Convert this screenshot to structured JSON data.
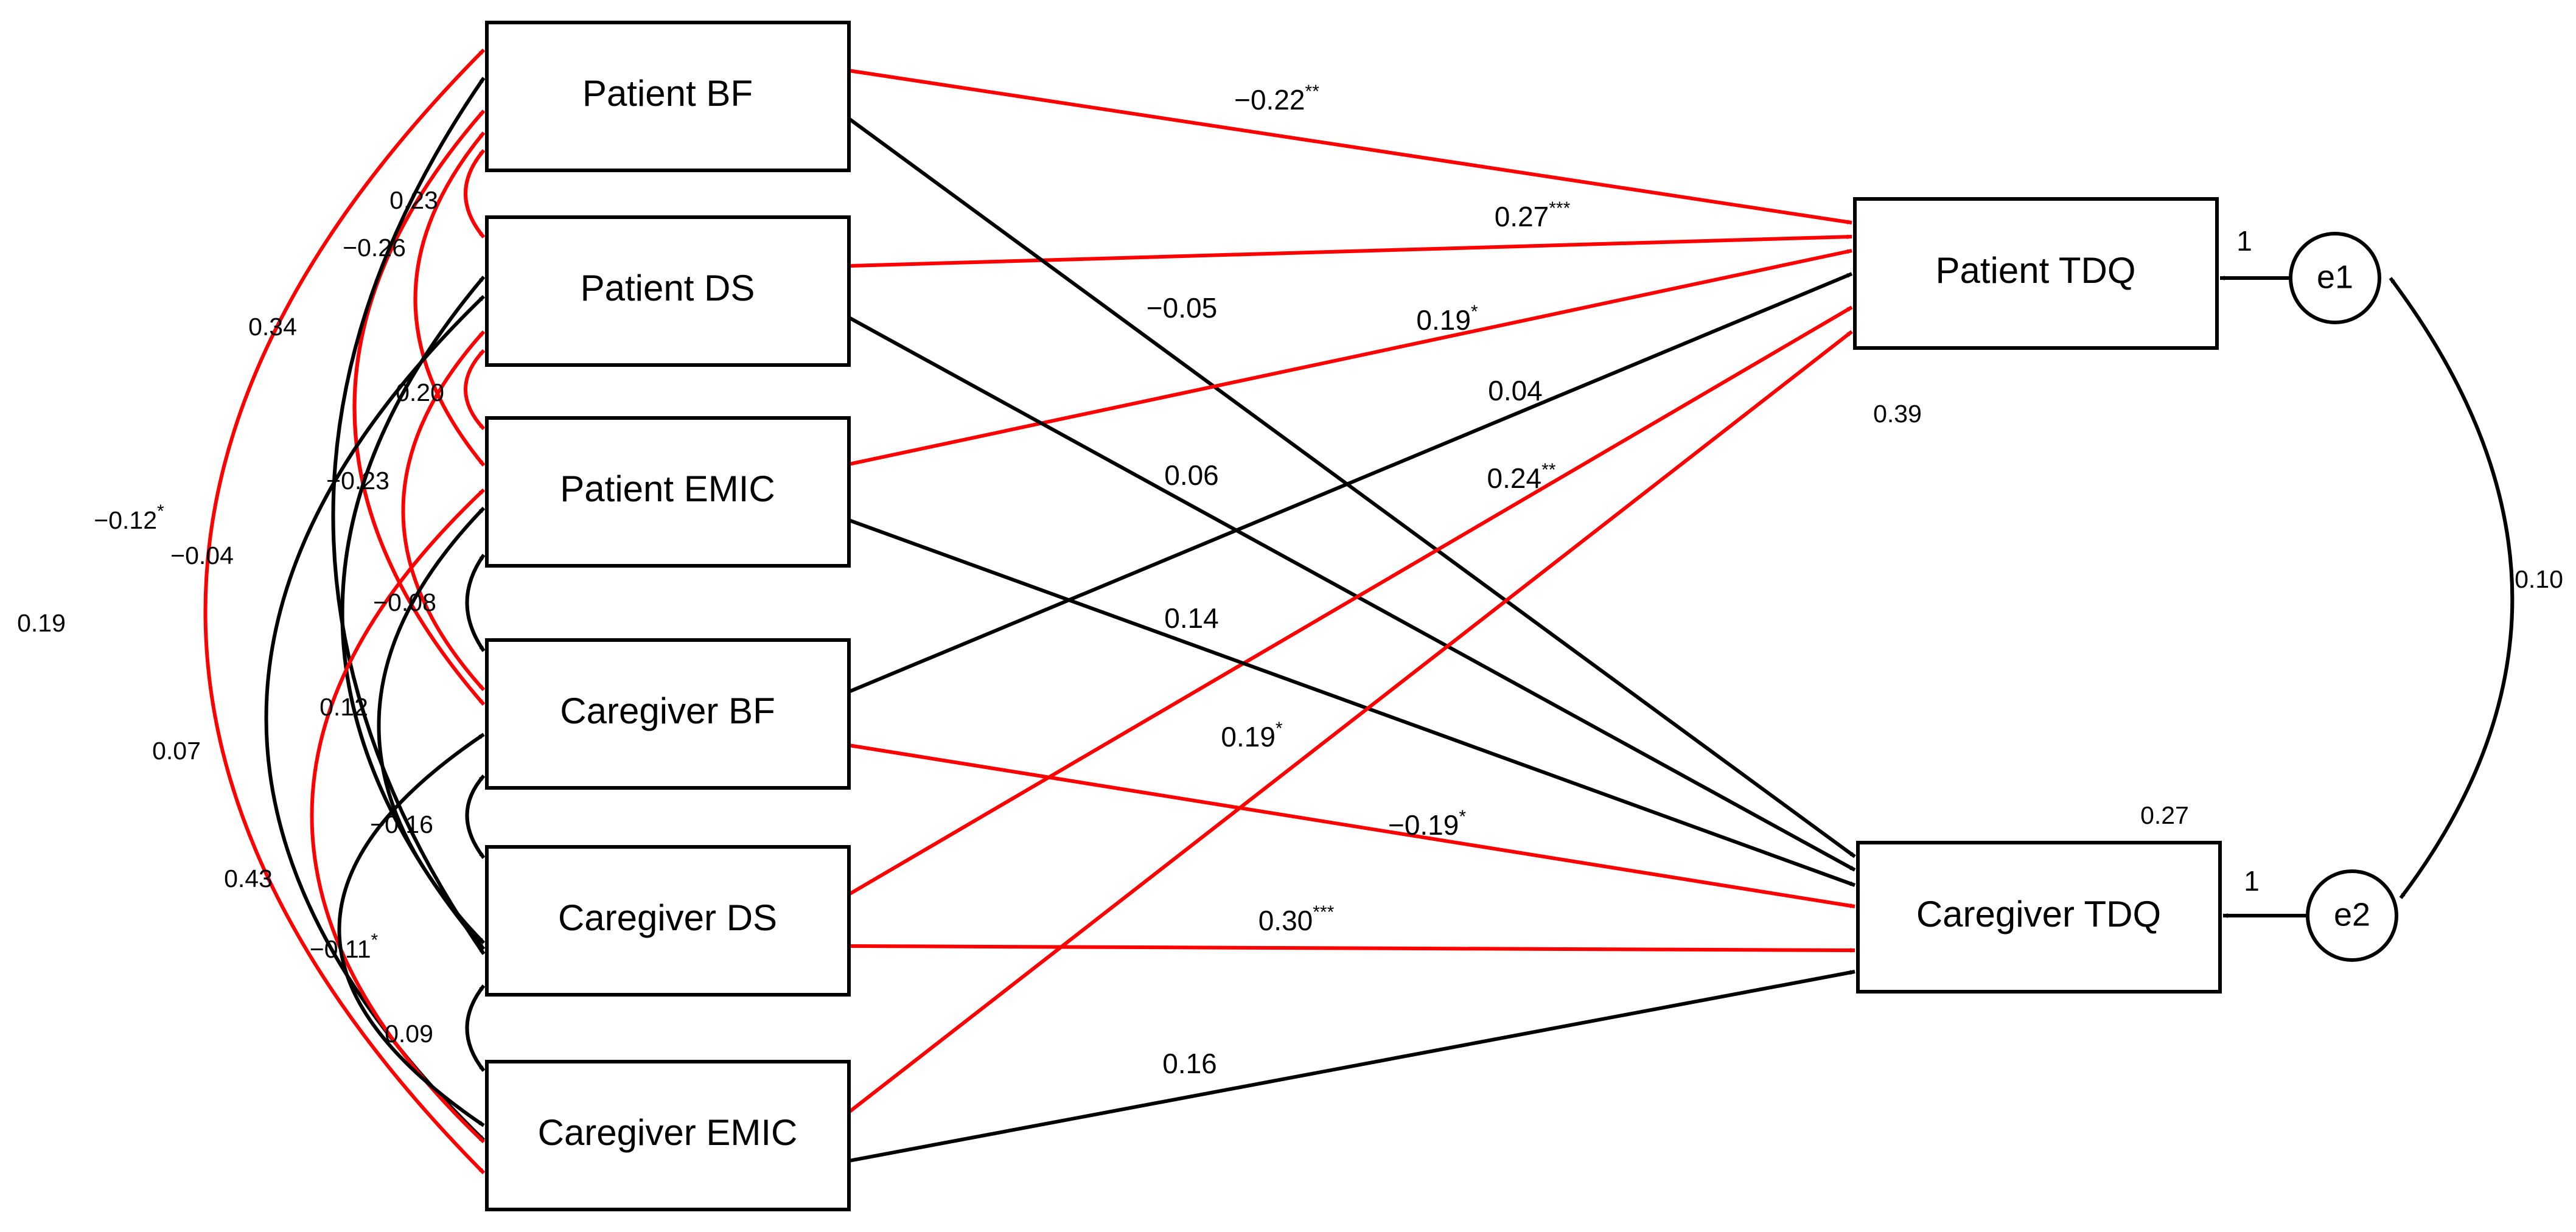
{
  "colors": {
    "significant": "#ff0000",
    "nonsignificant": "#000000"
  },
  "nodes": {
    "pbf": "Patient BF",
    "pds": "Patient DS",
    "pemic": "Patient EMIC",
    "cbf": "Caregiver BF",
    "cds": "Caregiver DS",
    "cemic": "Caregiver EMIC",
    "ptdq": "Patient TDQ",
    "ctdq": "Caregiver TDQ",
    "e1": "e1",
    "e2": "e2"
  },
  "paths": [
    {
      "id": "pbf-ptdq",
      "from": "Patient BF",
      "to": "Patient TDQ",
      "value": "−0.22",
      "stars": "**",
      "significant": true
    },
    {
      "id": "pds-ptdq",
      "from": "Patient DS",
      "to": "Patient TDQ",
      "value": "0.27",
      "stars": "***",
      "significant": true
    },
    {
      "id": "pbf-ctdq",
      "from": "Patient BF",
      "to": "Caregiver TDQ",
      "value": "−0.05",
      "stars": "",
      "significant": false
    },
    {
      "id": "pemic-ptdq",
      "from": "Patient EMIC",
      "to": "Patient TDQ",
      "value": "0.19",
      "stars": "*",
      "significant": true
    },
    {
      "id": "cbf-ptdq",
      "from": "Caregiver BF",
      "to": "Patient TDQ",
      "value": "0.04",
      "stars": "",
      "significant": false
    },
    {
      "id": "pds-ctdq",
      "from": "Patient DS",
      "to": "Caregiver TDQ",
      "value": "0.06",
      "stars": "",
      "significant": false
    },
    {
      "id": "cds-ptdq",
      "from": "Caregiver DS",
      "to": "Patient TDQ",
      "value": "0.24",
      "stars": "**",
      "significant": true
    },
    {
      "id": "pemic-ctdq",
      "from": "Patient EMIC",
      "to": "Caregiver TDQ",
      "value": "0.14",
      "stars": "",
      "significant": false
    },
    {
      "id": "cemic-ptdq",
      "from": "Caregiver EMIC",
      "to": "Patient TDQ",
      "value": "0.19",
      "stars": "*",
      "significant": true
    },
    {
      "id": "cbf-ctdq",
      "from": "Caregiver BF",
      "to": "Caregiver TDQ",
      "value": "−0.19",
      "stars": "*",
      "significant": true
    },
    {
      "id": "cds-ctdq",
      "from": "Caregiver DS",
      "to": "Caregiver TDQ",
      "value": "0.30",
      "stars": "***",
      "significant": true
    },
    {
      "id": "cemic-ctdq",
      "from": "Caregiver EMIC",
      "to": "Caregiver TDQ",
      "value": "0.16",
      "stars": "",
      "significant": false
    }
  ],
  "covariances": [
    {
      "id": "pbf-pds",
      "between": [
        "Patient BF",
        "Patient DS"
      ],
      "value": "0.23",
      "stars": "",
      "significant": true
    },
    {
      "id": "pbf-pemic",
      "between": [
        "Patient BF",
        "Patient EMIC"
      ],
      "value": "−0.26",
      "stars": "",
      "significant": true
    },
    {
      "id": "pbf-cbf",
      "between": [
        "Patient BF",
        "Caregiver BF"
      ],
      "value": "0.34",
      "stars": "",
      "significant": true
    },
    {
      "id": "pds-pemic",
      "between": [
        "Patient DS",
        "Patient EMIC"
      ],
      "value": "0.20",
      "stars": "",
      "significant": true
    },
    {
      "id": "pds-cbf",
      "between": [
        "Patient DS",
        "Caregiver BF"
      ],
      "value": "−0.23",
      "stars": "",
      "significant": true
    },
    {
      "id": "pbf-cds",
      "between": [
        "Patient BF",
        "Caregiver DS"
      ],
      "value": "−0.12",
      "stars": "*",
      "significant": false
    },
    {
      "id": "pds-cds",
      "between": [
        "Patient DS",
        "Caregiver DS"
      ],
      "value": "−0.04",
      "stars": "",
      "significant": false
    },
    {
      "id": "pemic-cbf",
      "between": [
        "Patient EMIC",
        "Caregiver BF"
      ],
      "value": "−0.08",
      "stars": "",
      "significant": false
    },
    {
      "id": "pemic-cds",
      "between": [
        "Patient EMIC",
        "Caregiver DS"
      ],
      "value": "0.12",
      "stars": "",
      "significant": false
    },
    {
      "id": "pds-cemic",
      "between": [
        "Patient DS",
        "Caregiver EMIC"
      ],
      "value": "0.07",
      "stars": "",
      "significant": false
    },
    {
      "id": "pbf-cemic",
      "between": [
        "Patient BF",
        "Caregiver EMIC"
      ],
      "value": "0.19",
      "stars": "",
      "significant": true
    },
    {
      "id": "pemic-cemic",
      "between": [
        "Patient EMIC",
        "Caregiver EMIC"
      ],
      "value": "0.43",
      "stars": "",
      "significant": true
    },
    {
      "id": "cbf-cds",
      "between": [
        "Caregiver BF",
        "Caregiver DS"
      ],
      "value": "−0.16",
      "stars": "",
      "significant": false
    },
    {
      "id": "cbf-cemic",
      "between": [
        "Caregiver BF",
        "Caregiver EMIC"
      ],
      "value": "−0.11",
      "stars": "*",
      "significant": false
    },
    {
      "id": "cds-cemic",
      "between": [
        "Caregiver DS",
        "Caregiver EMIC"
      ],
      "value": "0.09",
      "stars": "",
      "significant": false
    },
    {
      "id": "e1-e2",
      "between": [
        "e1",
        "e2"
      ],
      "value": "0.10",
      "stars": "",
      "significant": false
    }
  ],
  "error_paths": [
    {
      "id": "e1-ptdq",
      "from": "e1",
      "to": "Patient TDQ",
      "value": "1"
    },
    {
      "id": "e2-ctdq",
      "from": "e2",
      "to": "Caregiver TDQ",
      "value": "1"
    }
  ],
  "r_squared": {
    "ptdq": "0.39",
    "ctdq": "0.27"
  }
}
